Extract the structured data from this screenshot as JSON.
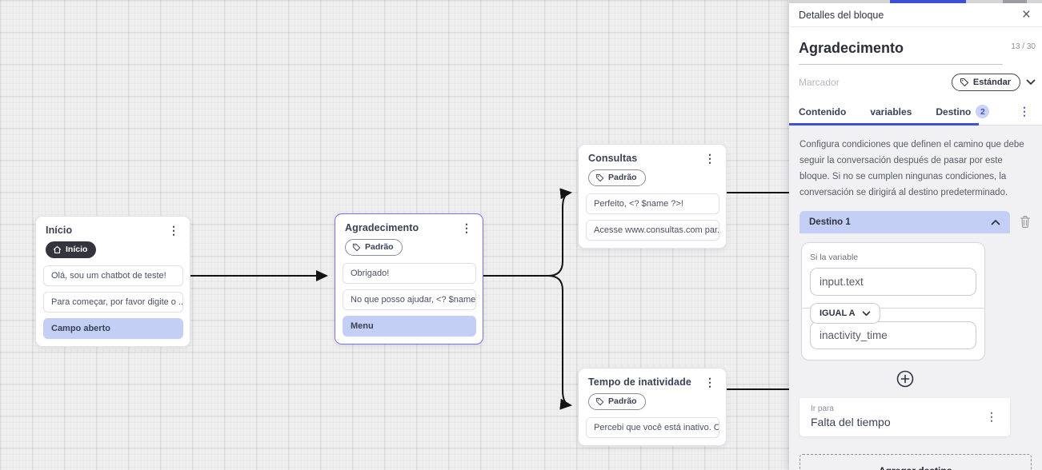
{
  "colors": {
    "accent_blue": "#3f51d6",
    "selection_purple": "#7c6fe0",
    "highlight_lavender": "#c3cff4",
    "badge_dark": "#33343e",
    "edge_black": "#141414"
  },
  "canvas": {
    "nodes": [
      {
        "title": "Início",
        "badge": "Início",
        "items": [
          "Olá, sou um chatbot de teste!",
          "Para começar, por favor digite o ...",
          "Campo aberto"
        ]
      },
      {
        "title": "Agradecimento",
        "badge": "Padrão",
        "items": [
          "Obrigado!",
          "No que posso ajudar, <? $name ...",
          "Menu"
        ]
      },
      {
        "title": "Consultas",
        "badge": "Padrão",
        "items": [
          "Perfeito, <? $name ?>!",
          "Acesse www.consultas.com par..."
        ]
      },
      {
        "title": "Tempo de inatividade",
        "badge": "Padrão",
        "items": [
          "Percebi que você está inativo. C..."
        ]
      }
    ]
  },
  "panel": {
    "header_title": "Detalles del bloque",
    "block_name": "Agradecimento",
    "char_counter": "13 / 30",
    "marker_placeholder": "Marcador",
    "marker_value": "Estándar",
    "tabs": {
      "contenido": "Contenido",
      "variables": "variables",
      "destino": "Destino",
      "destino_badge": "2"
    },
    "description": "Configura condiciones que definen el camino que debe seguir la conversación después de pasar por este bloque. Si no se cumplen ningunas condiciones, la conversación se dirigirá al destino predeterminado.",
    "destination": {
      "title": "Destino 1",
      "condition_label": "Si la variable",
      "variable_value": "input.text",
      "operator": "IGUAL A",
      "value": "inactivity_time",
      "goto_label": "Ir para",
      "goto_value": "Falta del tiempo"
    },
    "add_destination": "Agregar destino"
  }
}
